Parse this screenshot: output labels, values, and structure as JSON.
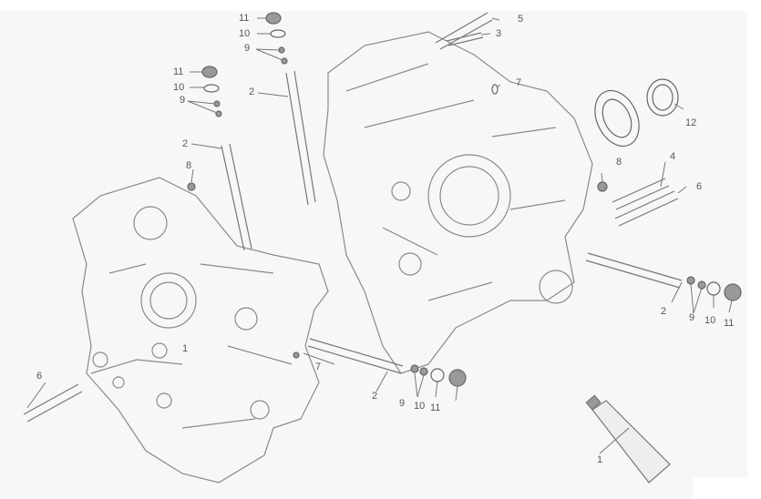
{
  "diagram": {
    "title": "Crankcase halves exploded view",
    "colors": {
      "line": "#8a8a8a",
      "part": "#777777",
      "label": "#555555",
      "background": "#f7f7f7"
    },
    "labels": {
      "top_nut": "11",
      "top_washer": "10",
      "top_seal": "9",
      "top_stud": "2",
      "left_nut": "11",
      "left_washer": "10",
      "left_seal": "9",
      "left_stud": "2",
      "bolt_5": "5",
      "bolt_3": "3",
      "dowel_top": "7",
      "bearing_ring": "12",
      "plug_left": "8",
      "plug_right": "8",
      "bolt_4": "4",
      "bolt_6_right": "6",
      "right_stud": "2",
      "right_seal": "9",
      "right_washer": "10",
      "right_nut": "11",
      "bottom_stud": "2",
      "bottom_seal": "9",
      "bottom_washer": "10",
      "bottom_nut": "11",
      "dowel_bottom": "7",
      "bolt_6_left": "6",
      "sealant_tube": "1",
      "crankcase": "1"
    }
  }
}
